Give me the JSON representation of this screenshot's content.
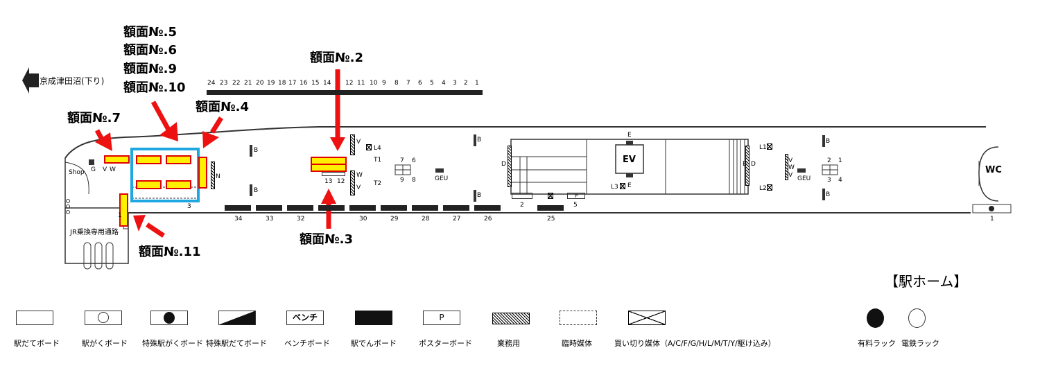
{
  "direction_label": "京成津田沼(下り)",
  "callouts": {
    "no5": "額面№.5",
    "no6": "額面№.6",
    "no9": "額面№.9",
    "no10": "額面№.10",
    "no7": "額面№.7",
    "no4": "額面№.4",
    "no2": "額面№.2",
    "no3": "額面№.3",
    "no11": "額面№.11"
  },
  "top_numbers": [
    "24",
    "23",
    "22",
    "21",
    "20",
    "19",
    "18",
    "17",
    "16",
    "15",
    "14",
    "12",
    "11",
    "10",
    "9",
    "8",
    "7",
    "6",
    "5",
    "4",
    "3",
    "2",
    "1"
  ],
  "bottom_numbers": [
    "34",
    "33",
    "32",
    "30",
    "29",
    "28",
    "27",
    "26",
    "25"
  ],
  "small_labels": {
    "shop": "Shop",
    "g": "G",
    "v": "V",
    "w": "W",
    "jr_passage": "JR乗換専用通路",
    "ev": "EV",
    "wc": "WC",
    "geu": "GEU",
    "l1": "L1",
    "l2": "L2",
    "l3": "L3",
    "l4": "L4",
    "t1": "T1",
    "t2": "T2",
    "b": "B",
    "d": "D",
    "e": "E",
    "n": "N",
    "p": "P",
    "num_1": "1",
    "num_2": "2",
    "num_3": "3",
    "num_4": "4",
    "num_5": "5",
    "num_6": "6",
    "num_7": "7",
    "num_8": "8",
    "num_9": "9",
    "num_12": "12",
    "num_13": "13"
  },
  "section_title": "【駅ホーム】",
  "legend": [
    {
      "label": "駅だてボード",
      "icon": "blank-rect-icon"
    },
    {
      "label": "駅がくボード",
      "icon": "rect-circle-icon"
    },
    {
      "label": "特殊駅がくボード",
      "icon": "rect-filled-circle-icon"
    },
    {
      "label": "特殊駅だてボード",
      "icon": "rect-diagonal-icon"
    },
    {
      "label": "ベンチボード",
      "icon": "bench-icon",
      "icon_text": "ベンチ"
    },
    {
      "label": "駅でんボード",
      "icon": "filled-rect-icon"
    },
    {
      "label": "ポスターボード",
      "icon": "poster-icon",
      "icon_text": "P"
    },
    {
      "label": "業務用",
      "icon": "hatched-rect-icon"
    },
    {
      "label": "臨時媒体",
      "icon": "dashed-rect-icon"
    },
    {
      "label": "買い切り媒体（A/C/F/G/H/L/M/T/Y/駆け込み）",
      "icon": "x-rect-icon"
    },
    {
      "label": "有料ラック",
      "icon": "filled-circle-icon"
    },
    {
      "label": "電鉄ラック",
      "icon": "open-circle-icon"
    }
  ],
  "colors": {
    "highlight": "#ffef00",
    "highlight_border": "#e00000",
    "arrow": "#ee1111",
    "focus": "#1ea7e1"
  }
}
